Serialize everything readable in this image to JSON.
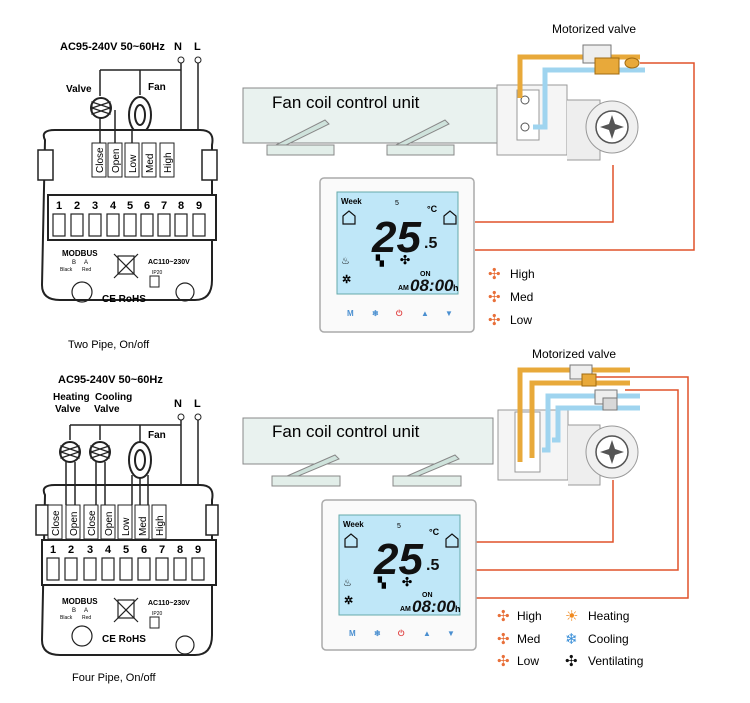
{
  "top": {
    "supply": "AC95-240V  50~60Hz",
    "n": "N",
    "l": "L",
    "valve": "Valve",
    "fan": "Fan",
    "relays": [
      "Close",
      "Open",
      "Low",
      "Med",
      "High"
    ],
    "terminals": [
      "1",
      "2",
      "3",
      "4",
      "5",
      "6",
      "7",
      "8",
      "9"
    ],
    "modbus": "MODBUS",
    "b": "B",
    "a": "A",
    "black": "Black",
    "red": "Red",
    "voltage": "AC110~230V",
    "ip": "IP20",
    "ce_rohs": "CE RoHS",
    "caption": "Two Pipe, On/off",
    "fcu": "Fan coil control unit",
    "motorized_valve": "Motorized valve"
  },
  "bottom": {
    "supply": "AC95-240V  50~60Hz",
    "n": "N",
    "l": "L",
    "heating": "Heating",
    "cooling": "Cooling",
    "valve": "Valve",
    "valve2": "Valve",
    "fan": "Fan",
    "relays": [
      "Close",
      "Open",
      "Close",
      "Open",
      "Low",
      "Med",
      "High"
    ],
    "terminals": [
      "1",
      "2",
      "3",
      "4",
      "5",
      "6",
      "7",
      "8",
      "9"
    ],
    "modbus": "MODBUS",
    "b": "B",
    "a": "A",
    "black": "Black",
    "red": "Red",
    "voltage": "AC110~230V",
    "ip": "IP20",
    "ce_rohs": "CE RoHS",
    "caption": "Four Pipe, On/off",
    "fcu": "Fan coil control unit",
    "motorized_valve": "Motorized valve"
  },
  "thermostat": {
    "week": "Week",
    "day": "5",
    "temp": "25",
    "decimal": ".5",
    "unit": "°C",
    "on": "ON",
    "am": "AM",
    "time": "08:00",
    "h": "h",
    "buttons": [
      "M",
      "❄",
      "⏻",
      "▲",
      "▼"
    ]
  },
  "legend": {
    "high": "High",
    "med": "Med",
    "low": "Low",
    "heating": "Heating",
    "cooling": "Cooling",
    "ventilating": "Ventilating"
  },
  "colors": {
    "hot_pipe": "#e8a93a",
    "cold_pipe": "#9fd4ef",
    "wire": "#e0522a",
    "lcd": "#bfe7f8",
    "fan_icon": "#e8703a",
    "cooling_icon": "#3a8fd8"
  }
}
